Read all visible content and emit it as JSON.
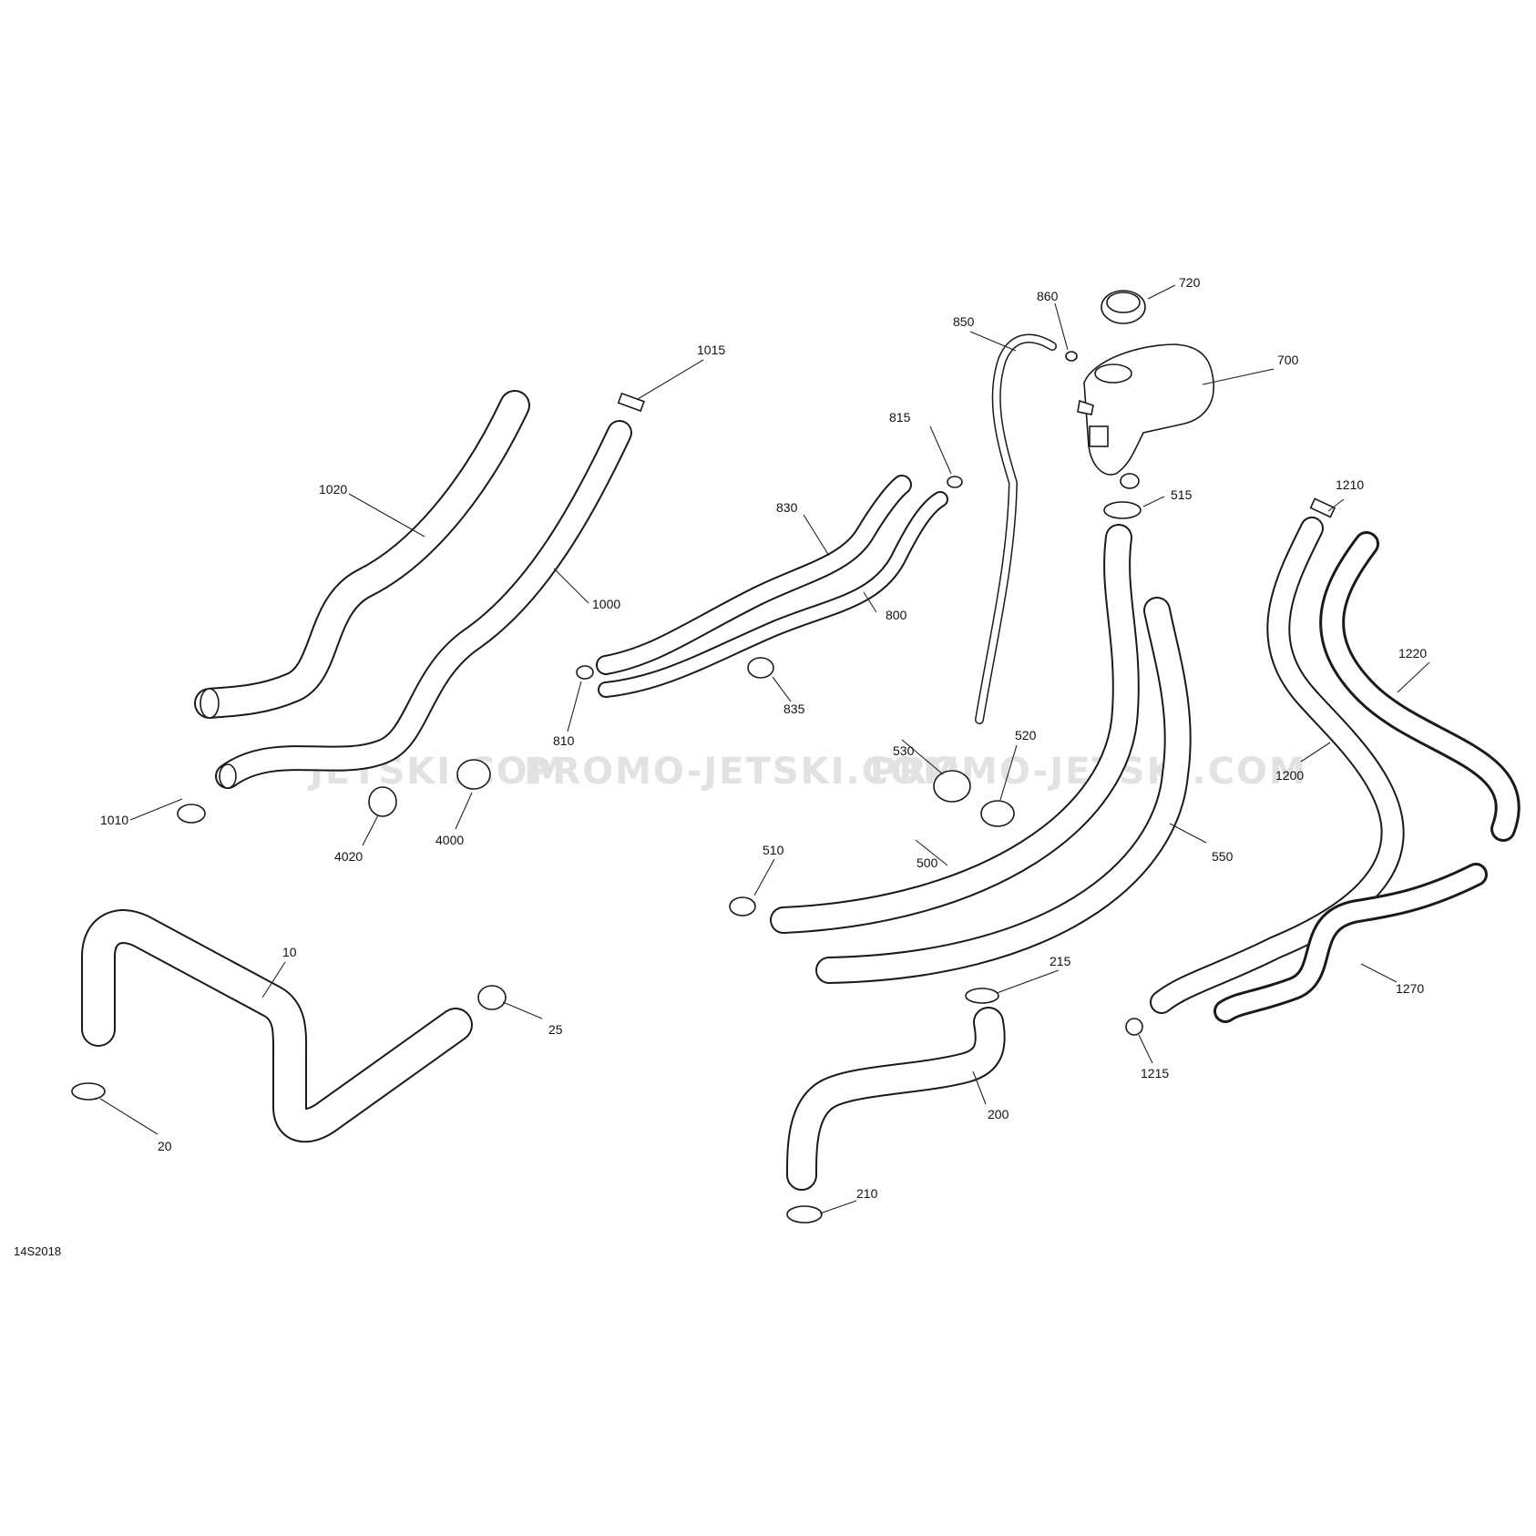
{
  "diagram": {
    "code": "14S2018",
    "watermarks": [
      "JETSKI.COM",
      "PROMO-JETSKI.COM",
      "PROMO-JETSKI.COM"
    ],
    "callouts": [
      {
        "id": "10",
        "label": "10"
      },
      {
        "id": "20",
        "label": "20"
      },
      {
        "id": "25",
        "label": "25"
      },
      {
        "id": "200",
        "label": "200"
      },
      {
        "id": "210",
        "label": "210"
      },
      {
        "id": "215",
        "label": "215"
      },
      {
        "id": "500",
        "label": "500"
      },
      {
        "id": "510",
        "label": "510"
      },
      {
        "id": "515",
        "label": "515"
      },
      {
        "id": "520",
        "label": "520"
      },
      {
        "id": "530",
        "label": "530"
      },
      {
        "id": "550",
        "label": "550"
      },
      {
        "id": "700",
        "label": "700"
      },
      {
        "id": "720",
        "label": "720"
      },
      {
        "id": "800",
        "label": "800"
      },
      {
        "id": "810",
        "label": "810"
      },
      {
        "id": "815",
        "label": "815"
      },
      {
        "id": "830",
        "label": "830"
      },
      {
        "id": "835",
        "label": "835"
      },
      {
        "id": "850",
        "label": "850"
      },
      {
        "id": "860",
        "label": "860"
      },
      {
        "id": "1000",
        "label": "1000"
      },
      {
        "id": "1010",
        "label": "1010"
      },
      {
        "id": "1015",
        "label": "1015"
      },
      {
        "id": "1020",
        "label": "1020"
      },
      {
        "id": "1200",
        "label": "1200"
      },
      {
        "id": "1210",
        "label": "1210"
      },
      {
        "id": "1215",
        "label": "1215"
      },
      {
        "id": "1220",
        "label": "1220"
      },
      {
        "id": "1270",
        "label": "1270"
      },
      {
        "id": "4000",
        "label": "4000"
      },
      {
        "id": "4020",
        "label": "4020"
      }
    ]
  }
}
